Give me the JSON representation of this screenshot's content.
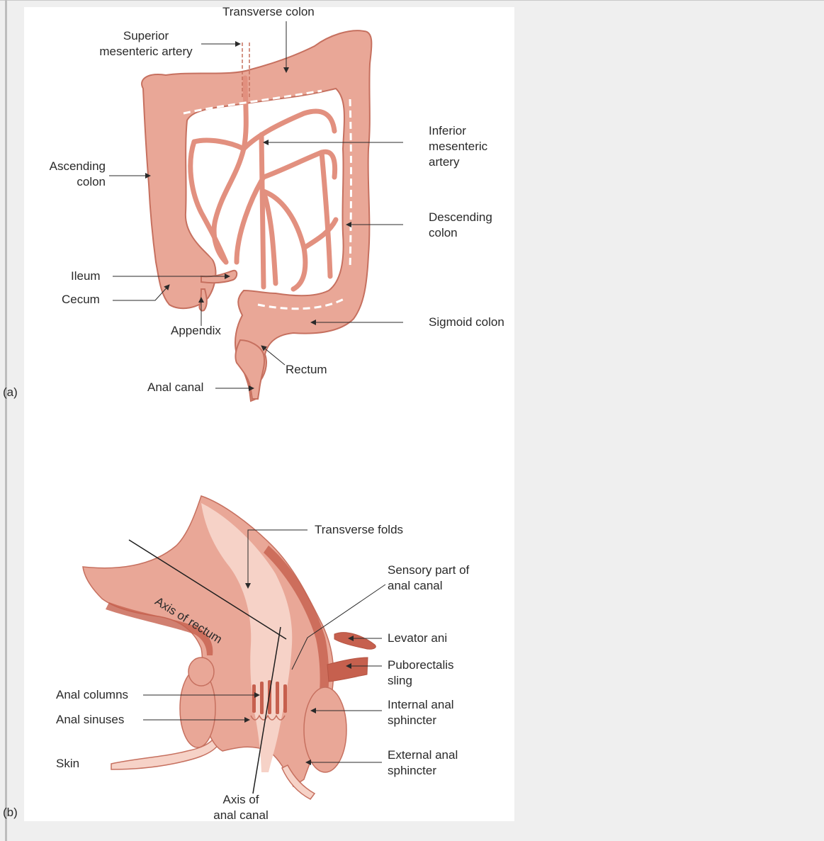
{
  "figure_a": {
    "panel_label": "(a)",
    "labels": {
      "transverse_colon": "Transverse colon",
      "superior_mesenteric_artery": [
        "Superior",
        "mesenteric artery"
      ],
      "inferior_mesenteric_artery": [
        "Inferior",
        "mesenteric",
        "artery"
      ],
      "ascending_colon": [
        "Ascending",
        "colon"
      ],
      "descending_colon": [
        "Descending",
        "colon"
      ],
      "ileum": "Ileum",
      "cecum": "Cecum",
      "appendix": "Appendix",
      "sigmoid_colon": "Sigmoid colon",
      "rectum": "Rectum",
      "anal_canal": "Anal canal"
    }
  },
  "figure_b": {
    "panel_label": "(b)",
    "labels": {
      "transverse_folds": "Transverse folds",
      "sensory_part": [
        "Sensory part of",
        "anal canal"
      ],
      "axis_of_rectum": "Axis of rectum",
      "levator_ani": "Levator ani",
      "puborectalis_sling": [
        "Puborectalis",
        "sling"
      ],
      "anal_columns": "Anal columns",
      "anal_sinuses": "Anal sinuses",
      "internal_anal_sphincter": [
        "Internal anal",
        "sphincter"
      ],
      "skin": "Skin",
      "external_anal_sphincter": [
        "External anal",
        "sphincter"
      ],
      "axis_of_anal_canal": [
        "Axis of",
        "anal canal"
      ]
    }
  },
  "colors": {
    "tissue": "#e9a797",
    "tissue_light": "#f6d2c7",
    "tissue_dark": "#d98a79",
    "outline": "#c6705f",
    "vessel": "#e2907f",
    "muscle": "#c6604e",
    "leader": "#3a3a3a"
  }
}
